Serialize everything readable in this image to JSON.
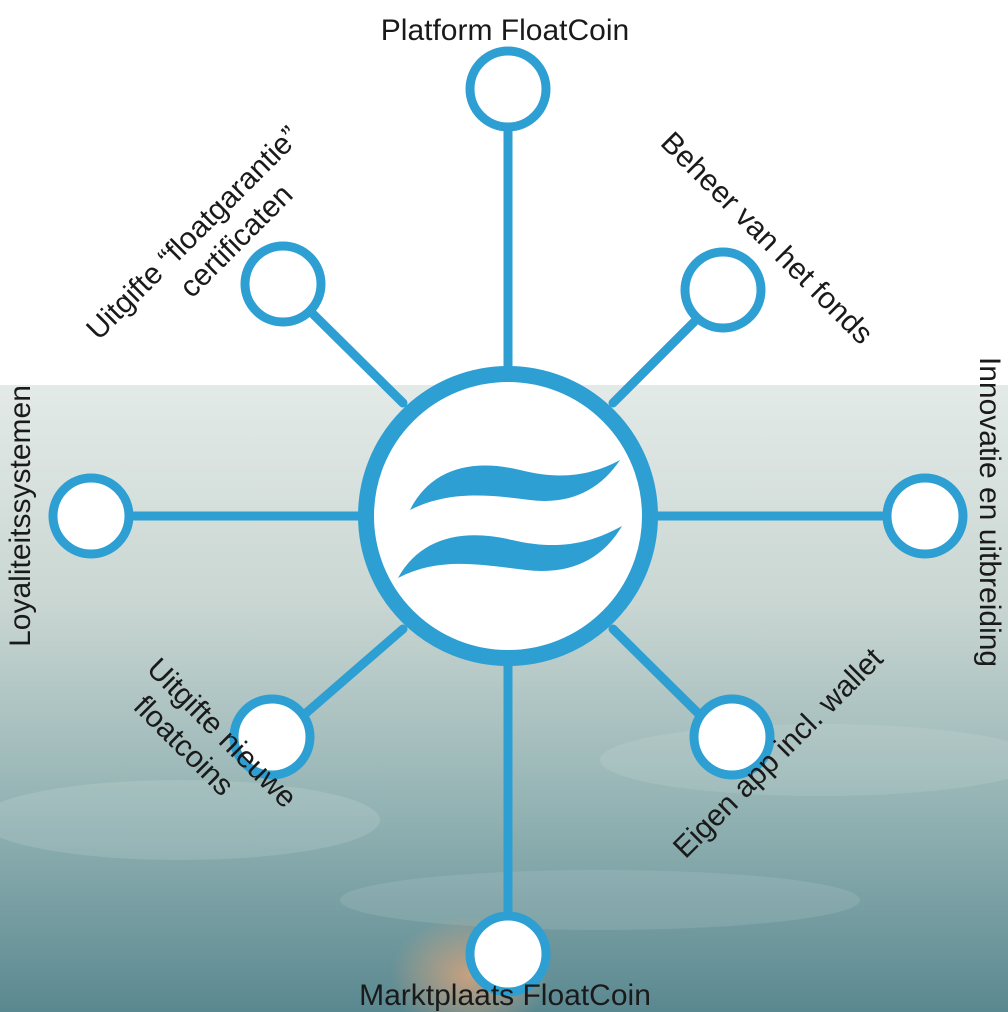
{
  "diagram": {
    "colors": {
      "accent": "#2e9fd3",
      "node_fill": "#ffffff",
      "text": "#1a1a1a",
      "water_top": "#dfe7e4",
      "water_bottom": "#5f8d94"
    },
    "center": {
      "icon": "wave-icon"
    },
    "nodes": [
      {
        "id": "top",
        "label": "Platform FloatCoin"
      },
      {
        "id": "top-left",
        "label_line1": "Uitgifte “floatgarantie”",
        "label_line2": "certificaten"
      },
      {
        "id": "top-right",
        "label": "Beheer van het fonds"
      },
      {
        "id": "left",
        "label": "Loyaliteitssystemen"
      },
      {
        "id": "right",
        "label": "Innovatie en uitbreiding"
      },
      {
        "id": "bottom-left",
        "label_line1": "Uitgifte nieuwe",
        "label_line2": "floatcoins"
      },
      {
        "id": "bottom-right",
        "label": "Eigen app incl. wallet"
      },
      {
        "id": "bottom",
        "label": "Marktplaats FloatCoin"
      }
    ]
  }
}
